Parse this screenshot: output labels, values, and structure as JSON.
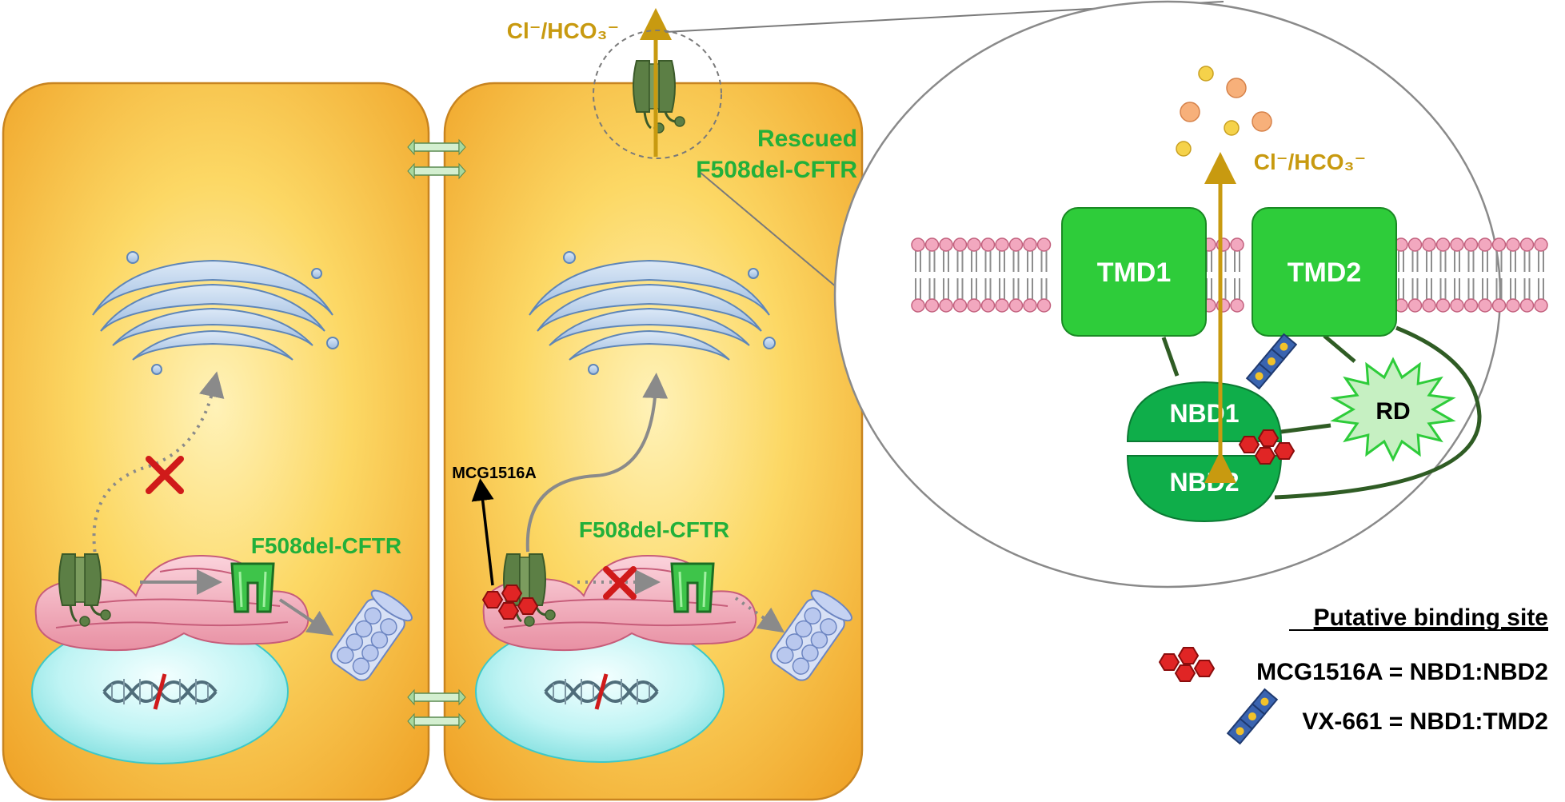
{
  "labels": {
    "ion_top": "Cl⁻/HCO₃⁻",
    "ion_zoom": "Cl⁻/HCO₃⁻",
    "rescued_line1": "Rescued",
    "rescued_line2": "F508del-CFTR",
    "f508_left": "F508del-CFTR",
    "f508_right": "F508del-CFTR",
    "compound_arrow": "MCG1516A"
  },
  "domains": {
    "tmd1": "TMD1",
    "tmd2": "TMD2",
    "nbd1": "NBD1",
    "nbd2": "NBD2",
    "rd": "RD"
  },
  "legend": {
    "title": "Putative binding site",
    "items": [
      {
        "text": "MCG1516A = NBD1:NBD2",
        "icon": "red-compound-icon",
        "color": "#d62020"
      },
      {
        "text": "VX-661 = NBD1:TMD2",
        "icon": "blue-compound-icon",
        "color": "#3a64b0"
      }
    ]
  },
  "colors": {
    "cell": "#f7c83c",
    "domain_green": "#2ecc3a",
    "nbd_green": "#0fae4a",
    "ion_arrow": "#c89a10",
    "label_green": "#22b03a",
    "block_x": "#d01a1a"
  }
}
